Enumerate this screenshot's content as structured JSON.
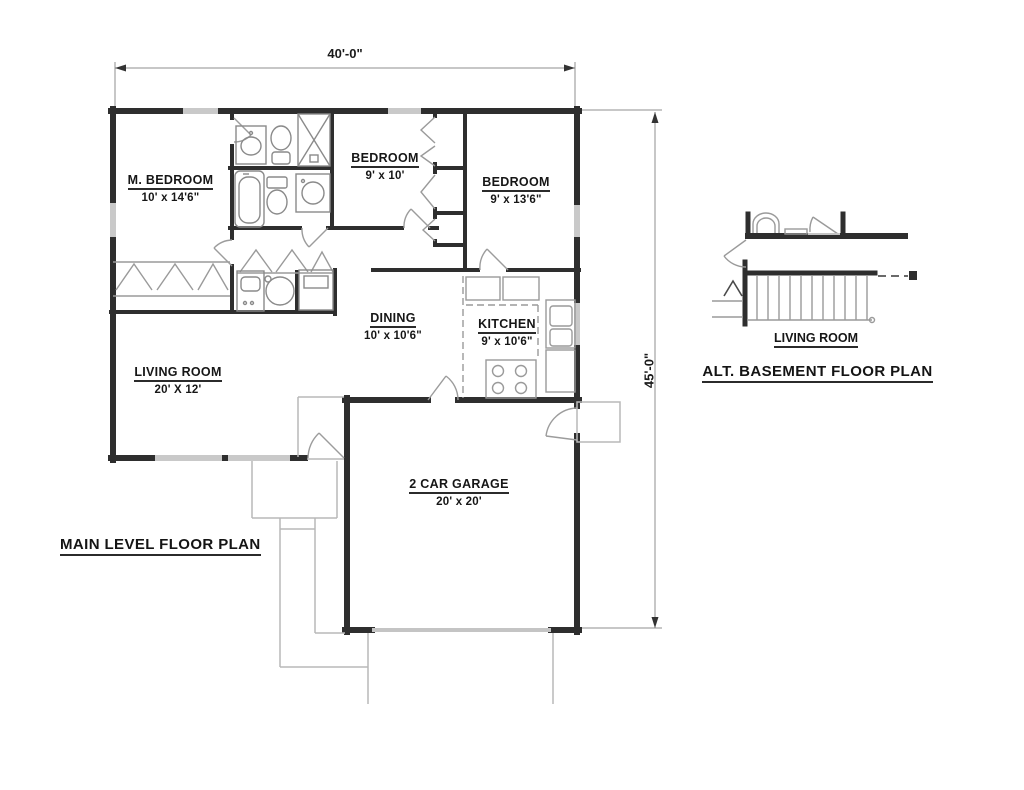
{
  "colors": {
    "wall": "#2e2e2e",
    "thin_line": "#9a9a9a",
    "window": "#c9c9c9",
    "text": "#161616",
    "background": "#ffffff"
  },
  "dimensions": {
    "overall_width": "40'-0\"",
    "overall_height": "45'-0\""
  },
  "main_plan": {
    "title": "MAIN LEVEL FLOOR PLAN",
    "rooms": [
      {
        "id": "master-bedroom",
        "name": "M. BEDROOM",
        "size": "10' x 14'6\""
      },
      {
        "id": "bedroom-2",
        "name": "BEDROOM",
        "size": "9' x 10'"
      },
      {
        "id": "bedroom-3",
        "name": "BEDROOM",
        "size": "9' x 13'6\""
      },
      {
        "id": "dining",
        "name": "DINING",
        "size": "10' x 10'6\""
      },
      {
        "id": "kitchen",
        "name": "KITCHEN",
        "size": "9' x 10'6\""
      },
      {
        "id": "living-room",
        "name": "LIVING ROOM",
        "size": "20' X 12'"
      },
      {
        "id": "garage",
        "name": "2 CAR GARAGE",
        "size": "20' x 20'"
      }
    ]
  },
  "basement_plan": {
    "title": "ALT. BASEMENT FLOOR PLAN",
    "room_label": "LIVING ROOM"
  }
}
